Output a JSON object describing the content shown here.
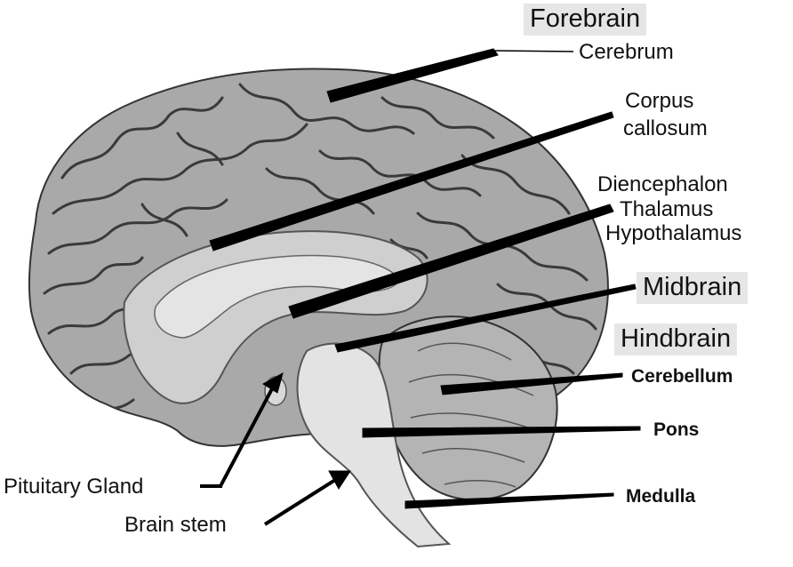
{
  "sections": {
    "forebrain": "Forebrain",
    "midbrain": "Midbrain",
    "hindbrain": "Hindbrain"
  },
  "labels": {
    "cerebrum": "Cerebrum",
    "corpus_callosum_line1": "Corpus",
    "corpus_callosum_line2": "callosum",
    "diencephalon": "Diencephalon",
    "thalamus": "Thalamus",
    "hypothalamus": "Hypothalamus",
    "cerebellum": "Cerebellum",
    "pons": "Pons",
    "medulla": "Medulla",
    "pituitary_gland": "Pituitary Gland",
    "brain_stem": "Brain stem"
  },
  "colors": {
    "brain_fill": "#a9a9a9",
    "gyri_line": "#3a3a3a",
    "medial_fill": "#cfcfcf",
    "brainstem_fill": "#e3e3e3",
    "cerebellum_fill": "#b4b4b4",
    "leader_line": "#000000",
    "section_bg": "#e6e6e6"
  }
}
